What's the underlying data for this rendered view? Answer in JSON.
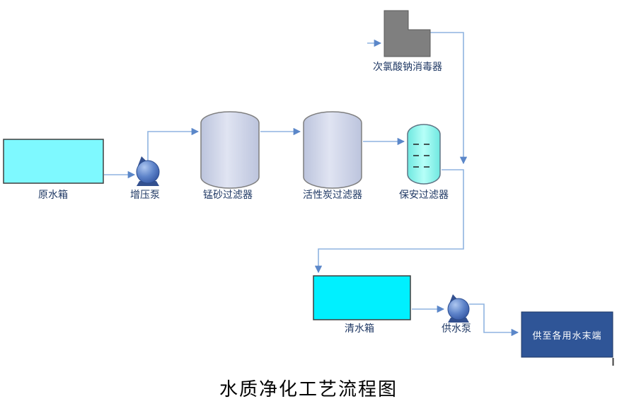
{
  "diagram": {
    "title": "水质净化工艺流程图",
    "nodes": {
      "raw_water_tank": "原水箱",
      "booster_pump": "增压泵",
      "manganese_sand_filter": "锰砂过滤器",
      "activated_carbon_filter": "活性炭过滤器",
      "security_filter": "保安过滤器",
      "disinfector": "次氯酸钠消毒器",
      "clean_water_tank": "清水箱",
      "supply_pump": "供水泵",
      "endpoint": "供至各用水末端"
    },
    "colors": {
      "raw_tank_fill": "#7EF9FF",
      "clean_tank_fill": "#00F0FF",
      "vessel_fill": "#D3D9EC",
      "cartridge_fill": "#8BF8EE",
      "disinfector_fill": "#7F7F7F",
      "endpoint_fill": "#2F5597",
      "endpoint_text": "#FFFFFF",
      "connector_line": "#8FB4E0",
      "arrowhead": "#5B87C9",
      "label_text": "#1F3864",
      "title_text": "#000000"
    }
  }
}
